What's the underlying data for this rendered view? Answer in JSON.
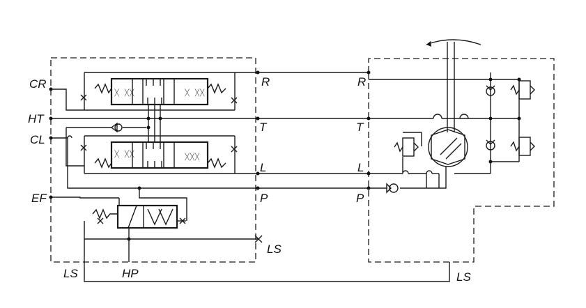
{
  "labels": {
    "cr": "CR",
    "ht": "HT",
    "cl": "CL",
    "ef": "EF",
    "hp": "HP",
    "ls_left": "LS",
    "ls_mid": "LS",
    "ls_right": "LS",
    "port_r_left": "R",
    "port_t_left": "T",
    "port_l_left": "L",
    "port_p_left": "P",
    "port_r_right": "R",
    "port_t_right": "T",
    "port_l_right": "L",
    "port_p_right": "P"
  }
}
